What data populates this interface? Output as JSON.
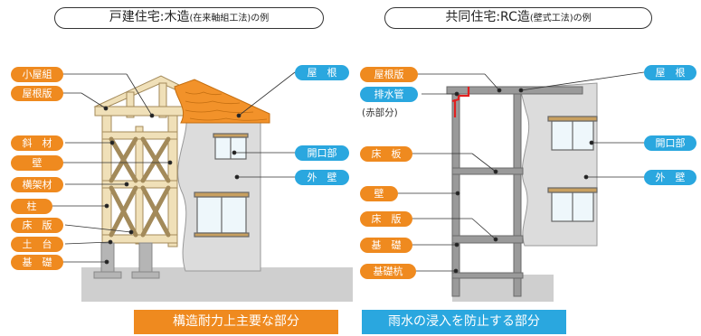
{
  "left": {
    "title": "戸建住宅:木造",
    "title_sub": "(在来軸組工法)の例",
    "labels_left": [
      "小屋組",
      "屋根版",
      "斜　材",
      "壁",
      "横架材",
      "柱",
      "床　版",
      "土　台",
      "基　礎"
    ],
    "labels_right": [
      "屋　根",
      "開口部",
      "外　壁"
    ]
  },
  "right": {
    "title": "共同住宅:RC造",
    "title_sub": "(壁式工法)の例",
    "labels_left": [
      "屋根版",
      "排水管",
      "床　板",
      "壁",
      "床　版",
      "基　礎",
      "基礎杭"
    ],
    "drain_note": "(赤部分)",
    "labels_right": [
      "屋　根",
      "開口部",
      "外　壁"
    ]
  },
  "legend": {
    "structural": "構造耐力上主要な部分",
    "rain": "雨水の浸入を防止する部分"
  },
  "colors": {
    "orange": "#ef8a1f",
    "blue": "#2aa7df",
    "roof_tile": "#f2922a",
    "timber": "#f0e0b8",
    "wall": "#dcdcdc",
    "ground": "#cfcfcf"
  }
}
